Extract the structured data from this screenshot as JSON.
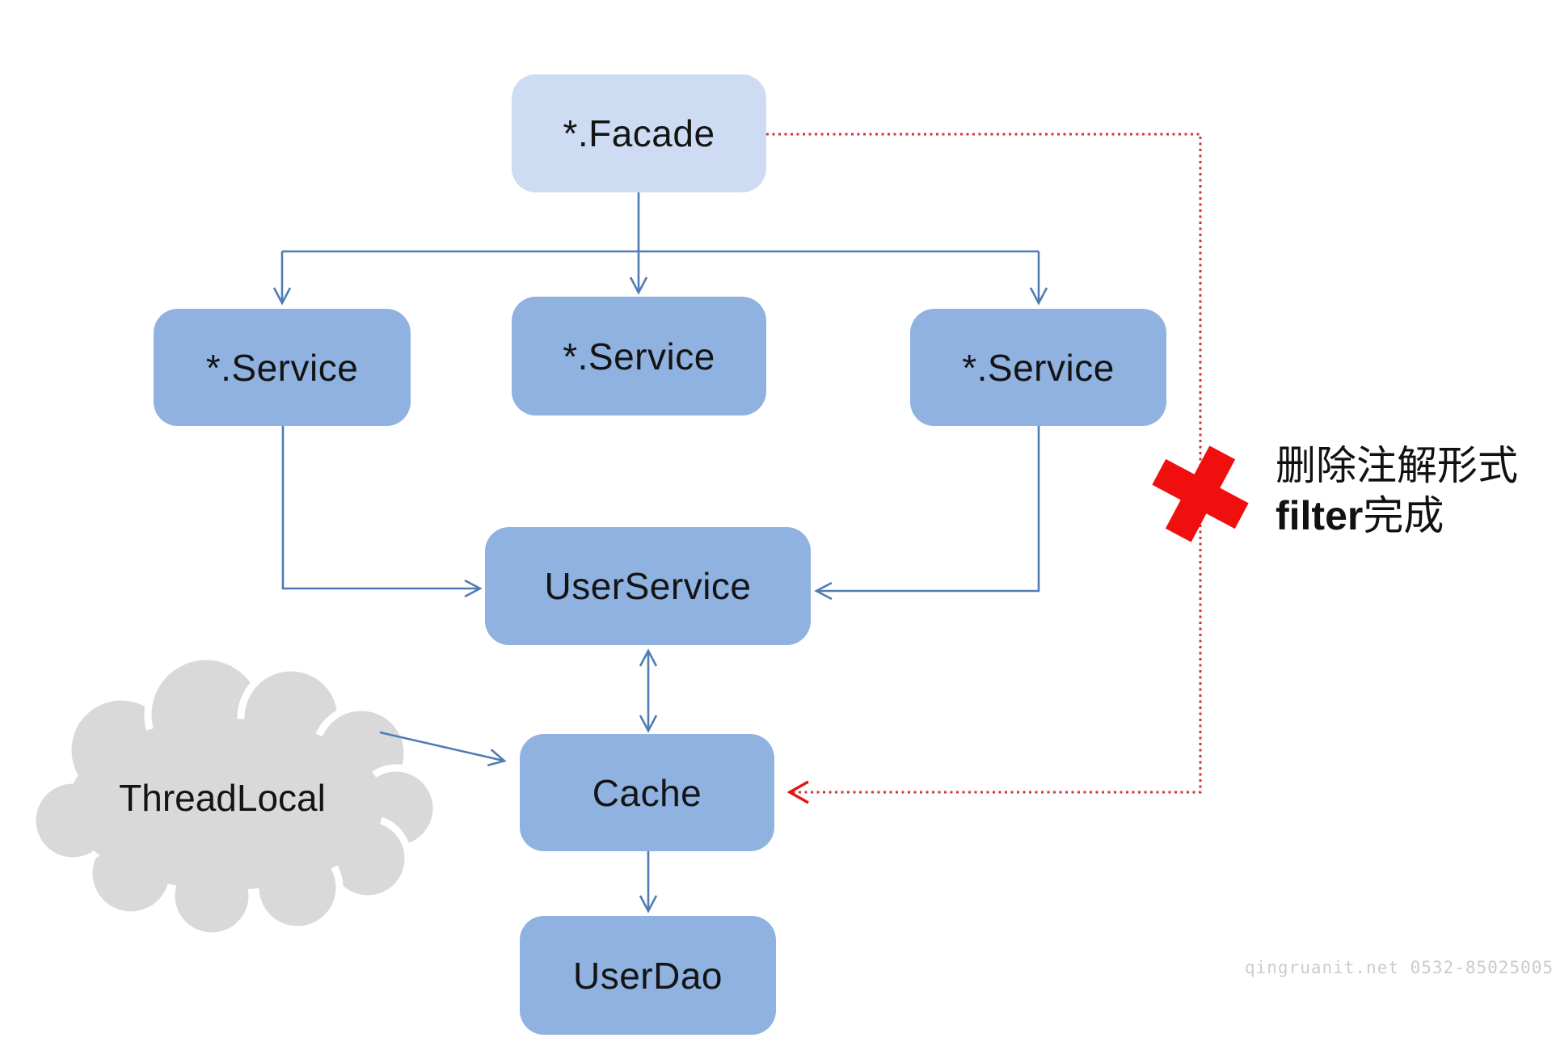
{
  "diagram": {
    "boxes": {
      "facade": {
        "label": "*.Facade"
      },
      "service_left": {
        "label": "*.Service"
      },
      "service_middle": {
        "label": "*.Service"
      },
      "service_right": {
        "label": "*.Service"
      },
      "user_service": {
        "label": "UserService"
      },
      "cache": {
        "label": "Cache"
      },
      "user_dao": {
        "label": "UserDao"
      }
    },
    "cloud": {
      "label": "ThreadLocal"
    },
    "annotation": {
      "line1": "删除注解形式",
      "line2_en": "filter",
      "line2_zh": "完成"
    },
    "watermark": "qingruanit.net 0532-85025005",
    "colors": {
      "box_fill": "#8fb2e0",
      "facade_fill": "#cddcf2",
      "connector_blue": "#4f7cb5",
      "red_dotted": "#d13438",
      "red_x": "#f10e0e",
      "cloud_fill": "#d9d9d9",
      "watermark_gray": "#cbcbcb"
    }
  }
}
